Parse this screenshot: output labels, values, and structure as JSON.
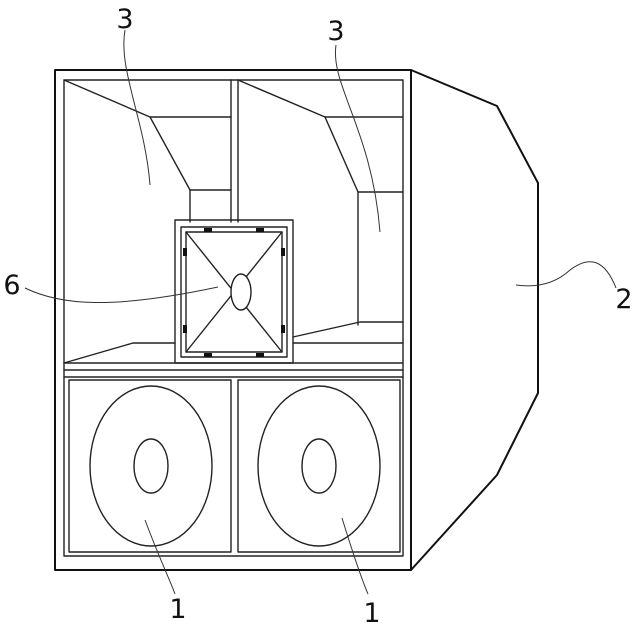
{
  "labels": {
    "bottom_driver_left": "1",
    "bottom_driver_right": "1",
    "side_panel": "2",
    "horn_left": "3",
    "horn_right": "3",
    "compression_driver": "6"
  }
}
